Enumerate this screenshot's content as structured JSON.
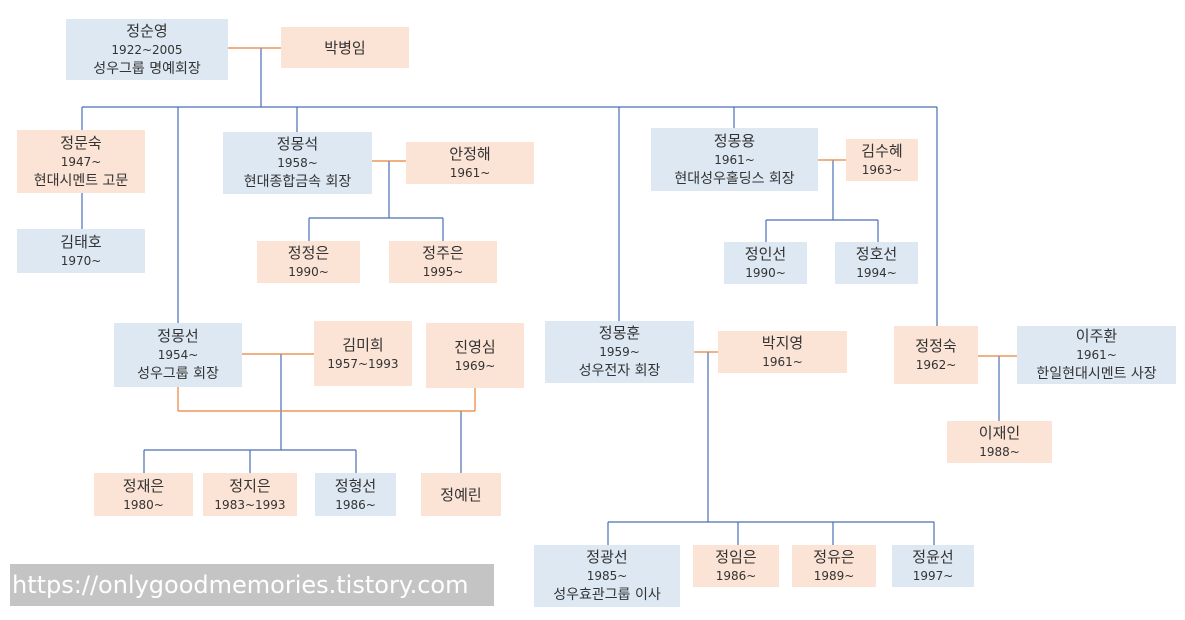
{
  "people": {
    "p1": {
      "name": "정순영",
      "years": "1922~2005",
      "role": "성우그룹 명예회장"
    },
    "p2": {
      "name": "박병임"
    },
    "p3": {
      "name": "정문숙",
      "years": "1947~",
      "role": "현대시멘트 고문"
    },
    "p4": {
      "name": "김태호",
      "years": "1970~"
    },
    "p5": {
      "name": "정몽석",
      "years": "1958~",
      "role": "현대종합금속 회장"
    },
    "p6": {
      "name": "안정해",
      "years": "1961~"
    },
    "p7": {
      "name": "정정은",
      "years": "1990~"
    },
    "p8": {
      "name": "정주은",
      "years": "1995~"
    },
    "p9": {
      "name": "정몽용",
      "years": "1961~",
      "role": "현대성우홀딩스 회장"
    },
    "p10": {
      "name": "김수혜",
      "years": "1963~"
    },
    "p11": {
      "name": "정인선",
      "years": "1990~"
    },
    "p12": {
      "name": "정호선",
      "years": "1994~"
    },
    "p13": {
      "name": "정몽선",
      "years": "1954~",
      "role": "성우그룹 회장"
    },
    "p14": {
      "name": "김미희",
      "years": "1957~1993"
    },
    "p15": {
      "name": "진영심",
      "years": "1969~"
    },
    "p16": {
      "name": "정재은",
      "years": "1980~"
    },
    "p17": {
      "name": "정지은",
      "years": "1983~1993"
    },
    "p18": {
      "name": "정형선",
      "years": "1986~"
    },
    "p19": {
      "name": "정예린"
    },
    "p20": {
      "name": "정몽훈",
      "years": "1959~",
      "role": "성우전자 회장"
    },
    "p21": {
      "name": "박지영",
      "years": "1961~"
    },
    "p22": {
      "name": "정광선",
      "years": "1985~",
      "role": "성우효관그룹 이사"
    },
    "p23": {
      "name": "정임은",
      "years": "1986~"
    },
    "p24": {
      "name": "정유은",
      "years": "1989~"
    },
    "p25": {
      "name": "정윤선",
      "years": "1997~"
    },
    "p26": {
      "name": "정정숙",
      "years": "1962~"
    },
    "p27": {
      "name": "이주환",
      "years": "1961~",
      "role": "한일현대시멘트 사장"
    },
    "p28": {
      "name": "이재인",
      "years": "1988~"
    }
  },
  "colors": {
    "male": "#dde8f3",
    "female": "#fbe3d5",
    "descent_line": "#4a6fb5",
    "marriage_line": "#e8833a"
  },
  "watermark": "https://onlygoodmemories.tistory.com"
}
